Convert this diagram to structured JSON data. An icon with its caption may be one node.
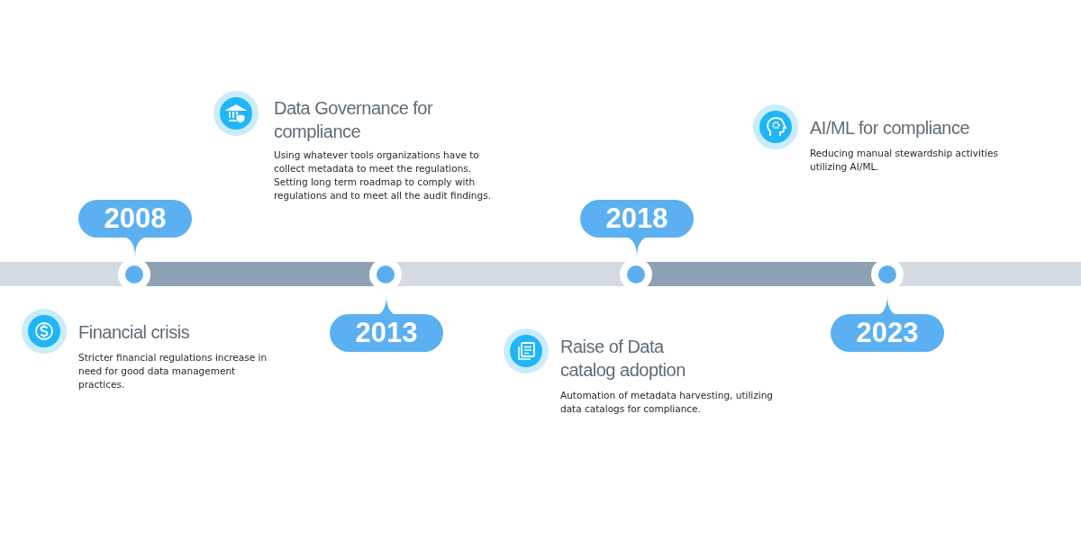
{
  "diagram": {
    "nodes": [
      {
        "text": [
          "2008"
        ]
      },
      {
        "text": [
          "2013"
        ]
      },
      {
        "text": [
          "2018"
        ]
      },
      {
        "text": [
          "2023"
        ]
      },
      {
        "text": [
          "Financial crisis",
          "Stricter financial regulations increase in need for good data management practices."
        ]
      },
      {
        "text": [
          "Data Governance for compliance",
          "Using whatever tools organizations have to collect metadata to meet the regulations. Setting long term roadmap to comply with regulations and to meet all the audit findings."
        ]
      },
      {
        "text": [
          "Raise of Data catalog adoption",
          "Automation of metadata harvesting, utilizing data catalogs for compliance."
        ]
      },
      {
        "text": [
          "AI/ML for compliance",
          "Reducing manual stewardship activities utilizing AI/ML."
        ]
      }
    ]
  }
}
